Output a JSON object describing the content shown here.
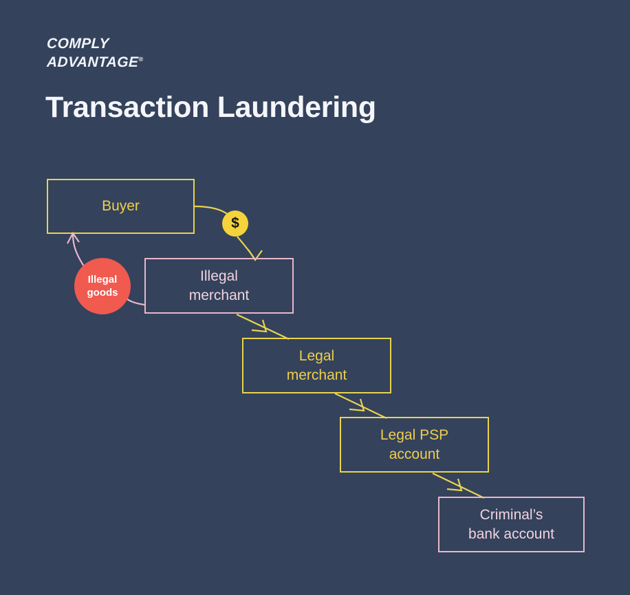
{
  "page": {
    "background_color": "#34425c",
    "title": "Transaction Laundering"
  },
  "brand": {
    "line1": "COMPLY",
    "line2": "ADVANTAGE",
    "trademark": "®",
    "color": "#f2f4f8"
  },
  "diagram": {
    "type": "flow",
    "accent_yellow": "#e8d44d",
    "accent_pink": "#e8b8ca",
    "accent_red": "#f05a4f",
    "nodes": [
      {
        "id": "buyer",
        "label": "Buyer",
        "style": "yellow"
      },
      {
        "id": "illegal-merchant",
        "label_line1": "Illegal",
        "label_line2": "merchant",
        "style": "pink"
      },
      {
        "id": "legal-merchant",
        "label_line1": "Legal",
        "label_line2": "merchant",
        "style": "yellow"
      },
      {
        "id": "legal-psp-account",
        "label_line1": "Legal PSP",
        "label_line2": "account",
        "style": "yellow"
      },
      {
        "id": "criminals-bank-account",
        "label_line1": "Criminal’s",
        "label_line2": "bank account",
        "style": "pink"
      }
    ],
    "badges": [
      {
        "id": "money",
        "label": "$",
        "shape": "circle",
        "color": "#f5d33a"
      },
      {
        "id": "illegal-goods",
        "label_line1": "Illegal",
        "label_line2": "goods",
        "shape": "circle",
        "color": "#f05a4f"
      }
    ],
    "edges": [
      {
        "from": "buyer",
        "to": "illegal-merchant",
        "badge": "money",
        "color": "#e8d44d"
      },
      {
        "from": "illegal-merchant",
        "to": "buyer",
        "badge": "illegal-goods",
        "color": "#e8b8ca"
      },
      {
        "from": "illegal-merchant",
        "to": "legal-merchant",
        "color": "#e8d44d"
      },
      {
        "from": "legal-merchant",
        "to": "legal-psp-account",
        "color": "#e8d44d"
      },
      {
        "from": "legal-psp-account",
        "to": "criminals-bank-account",
        "color": "#e8d44d"
      }
    ]
  }
}
